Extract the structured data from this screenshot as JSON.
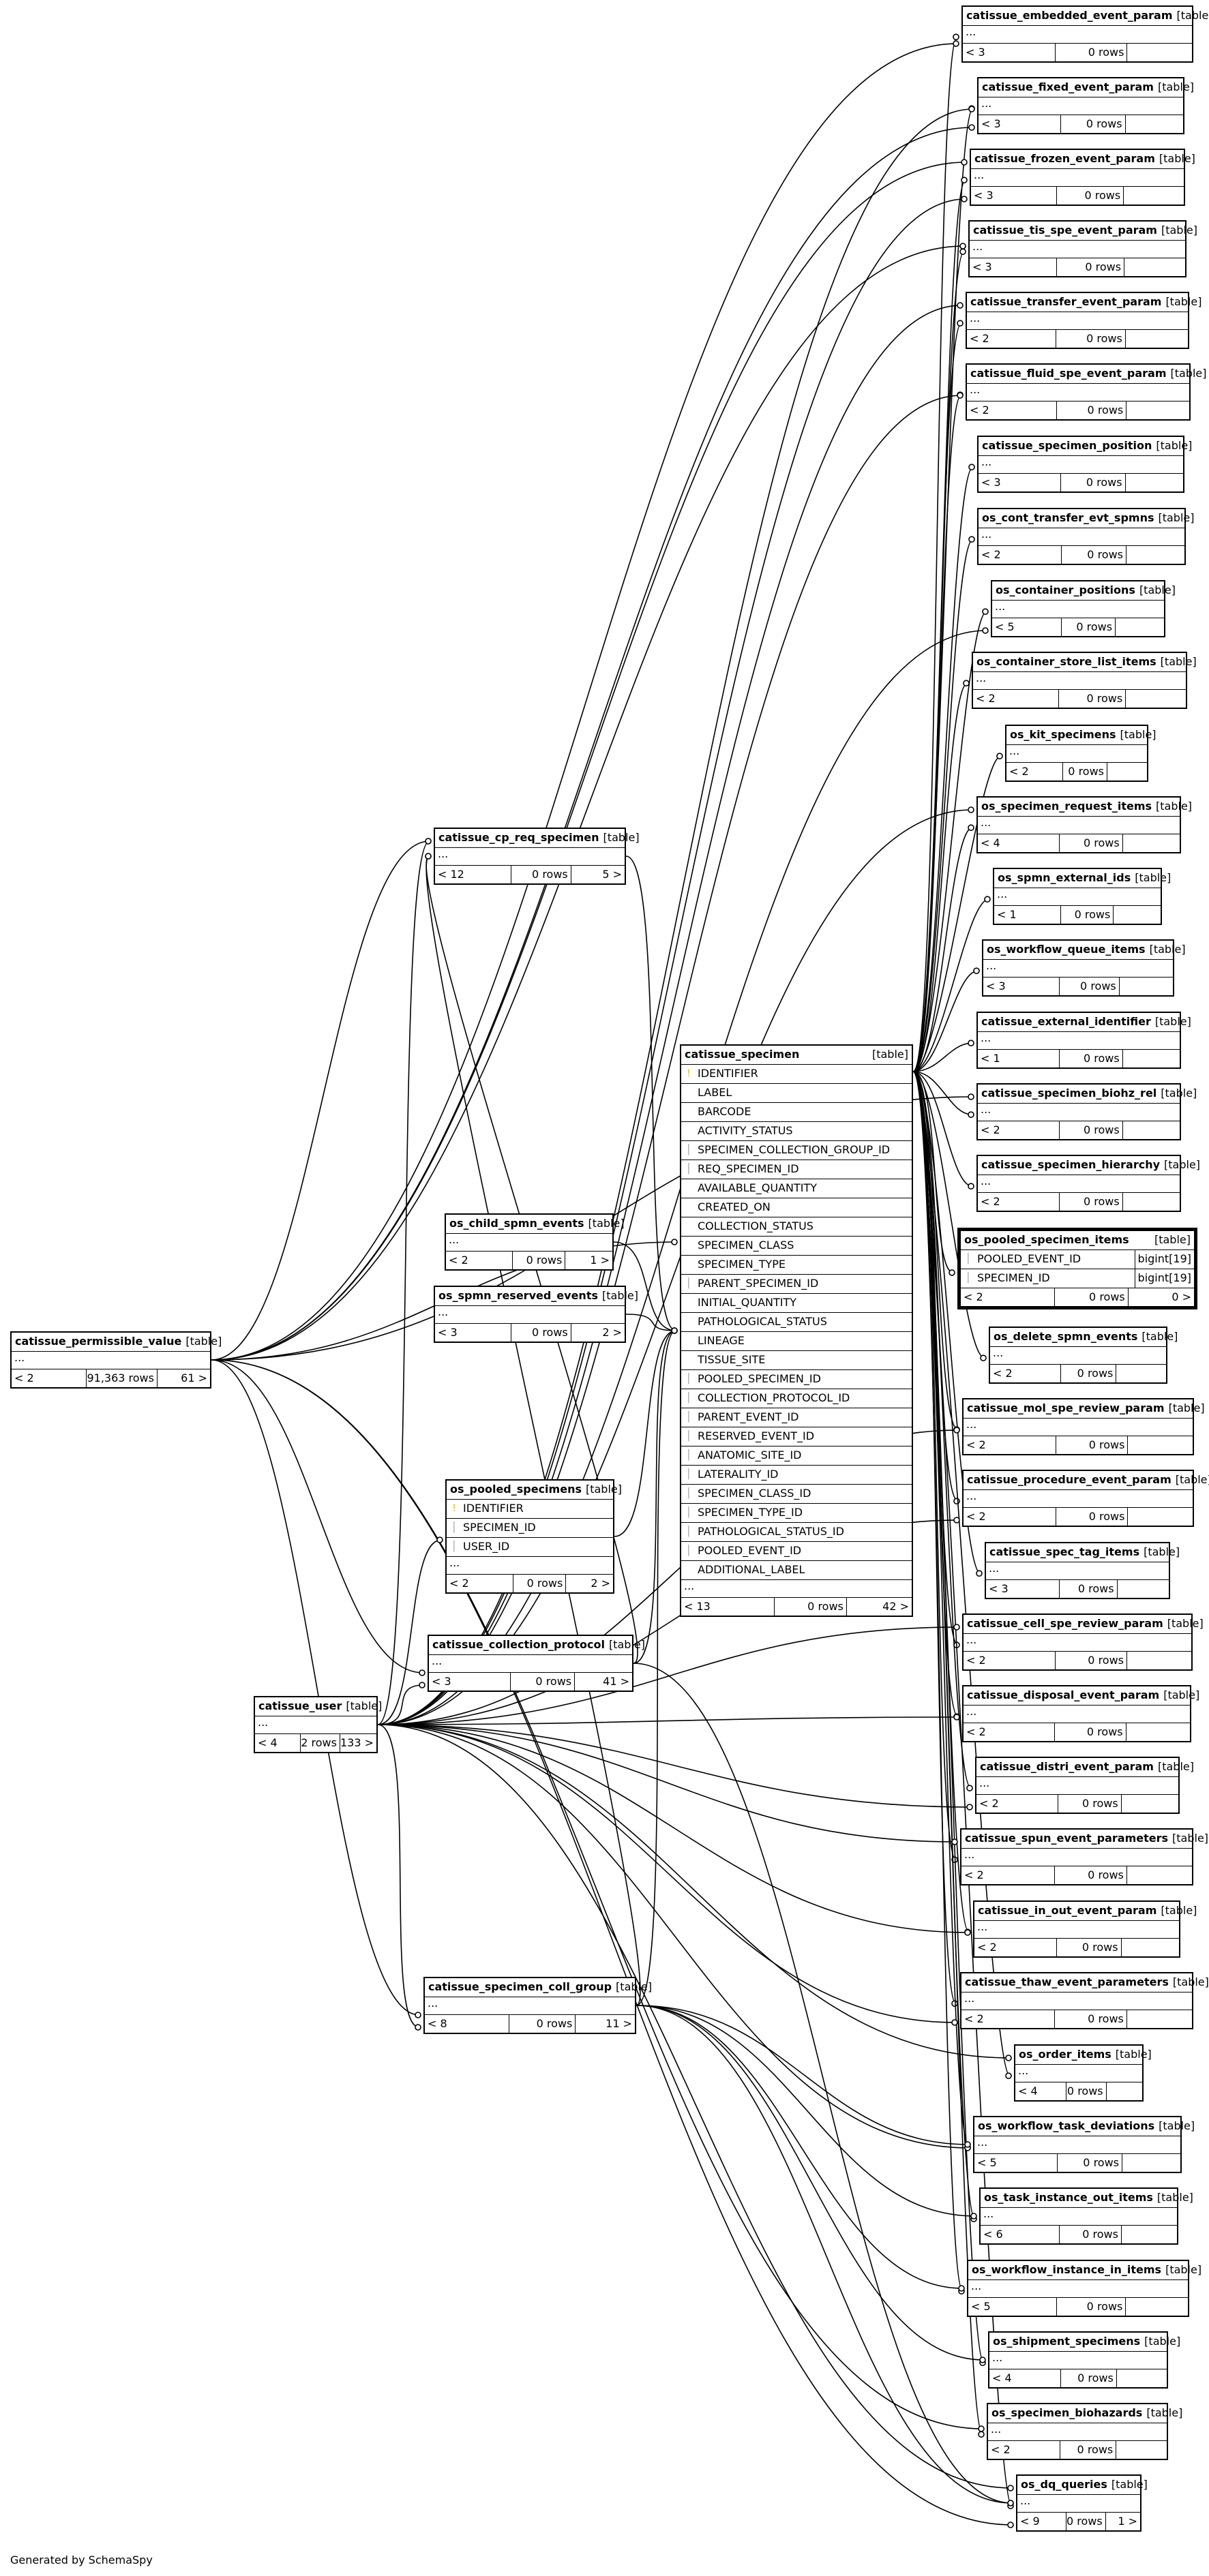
{
  "footer": "Generated by SchemaSpy",
  "type_label": "[table]",
  "ellipsis": "...",
  "tables": [
    {
      "id": "catissue_embedded_event_param",
      "name": "catissue_embedded_event_param",
      "children": "< 3",
      "rows": "0 rows",
      "parents": ""
    },
    {
      "id": "catissue_fixed_event_param",
      "name": "catissue_fixed_event_param",
      "children": "< 3",
      "rows": "0 rows",
      "parents": ""
    },
    {
      "id": "catissue_frozen_event_param",
      "name": "catissue_frozen_event_param",
      "children": "< 3",
      "rows": "0 rows",
      "parents": ""
    },
    {
      "id": "catissue_tis_spe_event_param",
      "name": "catissue_tis_spe_event_param",
      "children": "< 3",
      "rows": "0 rows",
      "parents": ""
    },
    {
      "id": "catissue_transfer_event_param",
      "name": "catissue_transfer_event_param",
      "children": "< 2",
      "rows": "0 rows",
      "parents": ""
    },
    {
      "id": "catissue_fluid_spe_event_param",
      "name": "catissue_fluid_spe_event_param",
      "children": "< 2",
      "rows": "0 rows",
      "parents": ""
    },
    {
      "id": "catissue_specimen_position",
      "name": "catissue_specimen_position",
      "children": "< 3",
      "rows": "0 rows",
      "parents": ""
    },
    {
      "id": "os_cont_transfer_evt_spmns",
      "name": "os_cont_transfer_evt_spmns",
      "children": "< 2",
      "rows": "0 rows",
      "parents": ""
    },
    {
      "id": "os_container_positions",
      "name": "os_container_positions",
      "children": "< 5",
      "rows": "0 rows",
      "parents": ""
    },
    {
      "id": "os_container_store_list_items",
      "name": "os_container_store_list_items",
      "children": "< 2",
      "rows": "0 rows",
      "parents": ""
    },
    {
      "id": "os_kit_specimens",
      "name": "os_kit_specimens",
      "children": "< 2",
      "rows": "0 rows",
      "parents": ""
    },
    {
      "id": "os_specimen_request_items",
      "name": "os_specimen_request_items",
      "children": "< 4",
      "rows": "0 rows",
      "parents": ""
    },
    {
      "id": "os_spmn_external_ids",
      "name": "os_spmn_external_ids",
      "children": "< 1",
      "rows": "0 rows",
      "parents": ""
    },
    {
      "id": "os_workflow_queue_items",
      "name": "os_workflow_queue_items",
      "children": "< 3",
      "rows": "0 rows",
      "parents": ""
    },
    {
      "id": "catissue_external_identifier",
      "name": "catissue_external_identifier",
      "children": "< 1",
      "rows": "0 rows",
      "parents": ""
    },
    {
      "id": "catissue_specimen_biohz_rel",
      "name": "catissue_specimen_biohz_rel",
      "children": "< 2",
      "rows": "0 rows",
      "parents": ""
    },
    {
      "id": "catissue_specimen_hierarchy",
      "name": "catissue_specimen_hierarchy",
      "children": "< 2",
      "rows": "0 rows",
      "parents": ""
    },
    {
      "id": "os_pooled_specimen_items",
      "name": "os_pooled_specimen_items",
      "children": "< 2",
      "rows": "0 rows",
      "parents": "0 >",
      "focus": true,
      "columns": [
        {
          "key": "fk",
          "name": "POOLED_EVENT_ID",
          "type": "bigint[19]"
        },
        {
          "key": "fk",
          "name": "SPECIMEN_ID",
          "type": "bigint[19]"
        }
      ]
    },
    {
      "id": "os_delete_spmn_events",
      "name": "os_delete_spmn_events",
      "children": "< 2",
      "rows": "0 rows",
      "parents": ""
    },
    {
      "id": "catissue_mol_spe_review_param",
      "name": "catissue_mol_spe_review_param",
      "children": "< 2",
      "rows": "0 rows",
      "parents": ""
    },
    {
      "id": "catissue_procedure_event_param",
      "name": "catissue_procedure_event_param",
      "children": "< 2",
      "rows": "0 rows",
      "parents": ""
    },
    {
      "id": "catissue_spec_tag_items",
      "name": "catissue_spec_tag_items",
      "children": "< 3",
      "rows": "0 rows",
      "parents": ""
    },
    {
      "id": "catissue_cell_spe_review_param",
      "name": "catissue_cell_spe_review_param",
      "children": "< 2",
      "rows": "0 rows",
      "parents": ""
    },
    {
      "id": "catissue_disposal_event_param",
      "name": "catissue_disposal_event_param",
      "children": "< 2",
      "rows": "0 rows",
      "parents": ""
    },
    {
      "id": "catissue_distri_event_param",
      "name": "catissue_distri_event_param",
      "children": "< 2",
      "rows": "0 rows",
      "parents": ""
    },
    {
      "id": "catissue_spun_event_parameters",
      "name": "catissue_spun_event_parameters",
      "children": "< 2",
      "rows": "0 rows",
      "parents": ""
    },
    {
      "id": "catissue_in_out_event_param",
      "name": "catissue_in_out_event_param",
      "children": "< 2",
      "rows": "0 rows",
      "parents": ""
    },
    {
      "id": "catissue_thaw_event_parameters",
      "name": "catissue_thaw_event_parameters",
      "children": "< 2",
      "rows": "0 rows",
      "parents": ""
    },
    {
      "id": "os_order_items",
      "name": "os_order_items",
      "children": "< 4",
      "rows": "0 rows",
      "parents": ""
    },
    {
      "id": "os_workflow_task_deviations",
      "name": "os_workflow_task_deviations",
      "children": "< 5",
      "rows": "0 rows",
      "parents": ""
    },
    {
      "id": "os_task_instance_out_items",
      "name": "os_task_instance_out_items",
      "children": "< 6",
      "rows": "0 rows",
      "parents": ""
    },
    {
      "id": "os_workflow_instance_in_items",
      "name": "os_workflow_instance_in_items",
      "children": "< 5",
      "rows": "0 rows",
      "parents": ""
    },
    {
      "id": "os_shipment_specimens",
      "name": "os_shipment_specimens",
      "children": "< 4",
      "rows": "0 rows",
      "parents": ""
    },
    {
      "id": "os_specimen_biohazards",
      "name": "os_specimen_biohazards",
      "children": "< 2",
      "rows": "0 rows",
      "parents": ""
    },
    {
      "id": "os_dq_queries",
      "name": "os_dq_queries",
      "children": "< 9",
      "rows": "0 rows",
      "parents": "1 >"
    },
    {
      "id": "catissue_cp_req_specimen",
      "name": "catissue_cp_req_specimen",
      "children": "< 12",
      "rows": "0 rows",
      "parents": "5 >"
    },
    {
      "id": "catissue_specimen",
      "name": "catissue_specimen",
      "children": "< 13",
      "rows": "0 rows",
      "parents": "42 >",
      "columns": [
        {
          "key": "pk",
          "name": "IDENTIFIER"
        },
        {
          "key": "",
          "name": "LABEL"
        },
        {
          "key": "",
          "name": "BARCODE"
        },
        {
          "key": "",
          "name": "ACTIVITY_STATUS"
        },
        {
          "key": "fk",
          "name": "SPECIMEN_COLLECTION_GROUP_ID"
        },
        {
          "key": "fk",
          "name": "REQ_SPECIMEN_ID"
        },
        {
          "key": "",
          "name": "AVAILABLE_QUANTITY"
        },
        {
          "key": "",
          "name": "CREATED_ON"
        },
        {
          "key": "",
          "name": "COLLECTION_STATUS"
        },
        {
          "key": "",
          "name": "SPECIMEN_CLASS"
        },
        {
          "key": "",
          "name": "SPECIMEN_TYPE"
        },
        {
          "key": "fk",
          "name": "PARENT_SPECIMEN_ID"
        },
        {
          "key": "",
          "name": "INITIAL_QUANTITY"
        },
        {
          "key": "",
          "name": "PATHOLOGICAL_STATUS"
        },
        {
          "key": "",
          "name": "LINEAGE"
        },
        {
          "key": "",
          "name": "TISSUE_SITE"
        },
        {
          "key": "fk",
          "name": "POOLED_SPECIMEN_ID"
        },
        {
          "key": "fk",
          "name": "COLLECTION_PROTOCOL_ID"
        },
        {
          "key": "fk",
          "name": "PARENT_EVENT_ID"
        },
        {
          "key": "fk",
          "name": "RESERVED_EVENT_ID"
        },
        {
          "key": "fk",
          "name": "ANATOMIC_SITE_ID"
        },
        {
          "key": "fk",
          "name": "LATERALITY_ID"
        },
        {
          "key": "fk",
          "name": "SPECIMEN_CLASS_ID"
        },
        {
          "key": "fk",
          "name": "SPECIMEN_TYPE_ID"
        },
        {
          "key": "fk",
          "name": "PATHOLOGICAL_STATUS_ID"
        },
        {
          "key": "fk",
          "name": "POOLED_EVENT_ID"
        },
        {
          "key": "",
          "name": "ADDITIONAL_LABEL"
        }
      ]
    },
    {
      "id": "os_child_spmn_events",
      "name": "os_child_spmn_events",
      "children": "< 2",
      "rows": "0 rows",
      "parents": "1 >"
    },
    {
      "id": "os_spmn_reserved_events",
      "name": "os_spmn_reserved_events",
      "children": "< 3",
      "rows": "0 rows",
      "parents": "2 >"
    },
    {
      "id": "os_pooled_specimens",
      "name": "os_pooled_specimens",
      "children": "< 2",
      "rows": "0 rows",
      "parents": "2 >",
      "columns": [
        {
          "key": "pk",
          "name": "IDENTIFIER"
        },
        {
          "key": "fk",
          "name": "SPECIMEN_ID"
        },
        {
          "key": "fk",
          "name": "USER_ID"
        }
      ]
    },
    {
      "id": "catissue_collection_protocol",
      "name": "catissue_collection_protocol",
      "children": "< 3",
      "rows": "0 rows",
      "parents": "41 >"
    },
    {
      "id": "catissue_permissible_value",
      "name": "catissue_permissible_value",
      "children": "< 2",
      "rows": "91,363 rows",
      "parents": "61 >"
    },
    {
      "id": "catissue_user",
      "name": "catissue_user",
      "children": "< 4",
      "rows": "2 rows",
      "parents": "133 >"
    },
    {
      "id": "catissue_specimen_coll_group",
      "name": "catissue_specimen_coll_group",
      "children": "< 8",
      "rows": "0 rows",
      "parents": "11 >"
    }
  ]
}
